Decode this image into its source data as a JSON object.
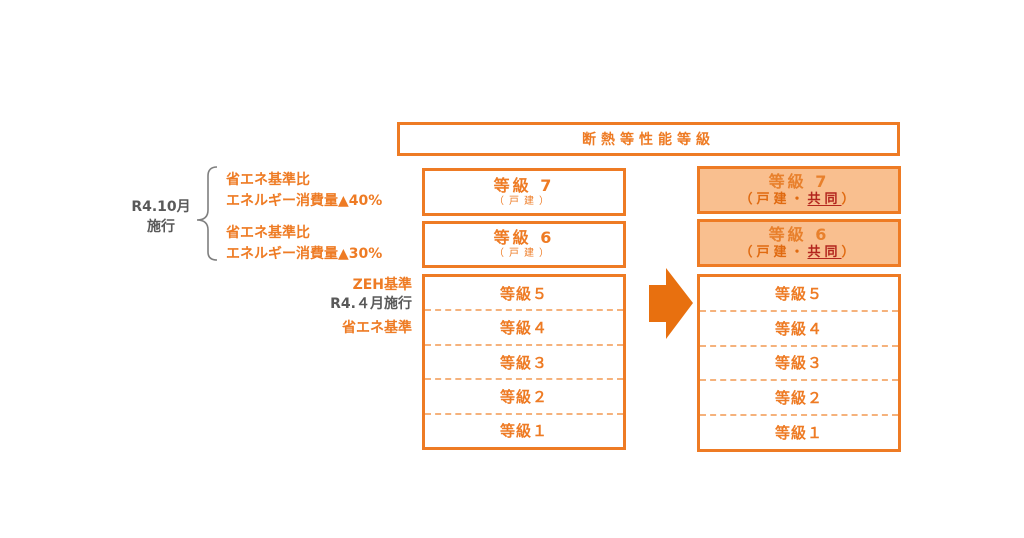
{
  "title": "断熱等性能等級",
  "left_annotations": {
    "enforcement_r4_10": {
      "line1": "R4.10月",
      "line2": "施行"
    },
    "grade7_note": {
      "line1": "省エネ基準比",
      "line2": "エネルギー消費量▲40%"
    },
    "grade6_note": {
      "line1": "省エネ基準比",
      "line2": "エネルギー消費量▲30%"
    },
    "zeh_standard": "ZEH基準",
    "zeh_enforcement": "R4.４月施行",
    "energy_standard": "省エネ基準"
  },
  "before": {
    "grade7": {
      "label": "等級 7",
      "scope": "（戸建）"
    },
    "grade6": {
      "label": "等級 6",
      "scope": "（戸建）"
    },
    "lower_grades": [
      "等級５",
      "等級４",
      "等級３",
      "等級２",
      "等級１"
    ]
  },
  "after": {
    "grade7": {
      "label": "等級 7",
      "scope_prefix": "（戸建・",
      "scope_highlight": "共同",
      "scope_suffix": "）"
    },
    "grade6": {
      "label": "等級 6",
      "scope_prefix": "（戸建・",
      "scope_highlight": "共同",
      "scope_suffix": "）"
    },
    "lower_grades": [
      "等級５",
      "等級４",
      "等級３",
      "等級２",
      "等級１"
    ]
  },
  "arrow": {
    "direction": "right",
    "icon": "right-arrow-icon"
  },
  "colors": {
    "accent": "#EE7B24",
    "arrow": "#E8700F",
    "highlight_fill": "#F9BF8F",
    "dashed_divider": "#F5B27C",
    "emphasis_text": "#B3261E",
    "annotation_gray": "#595959"
  }
}
